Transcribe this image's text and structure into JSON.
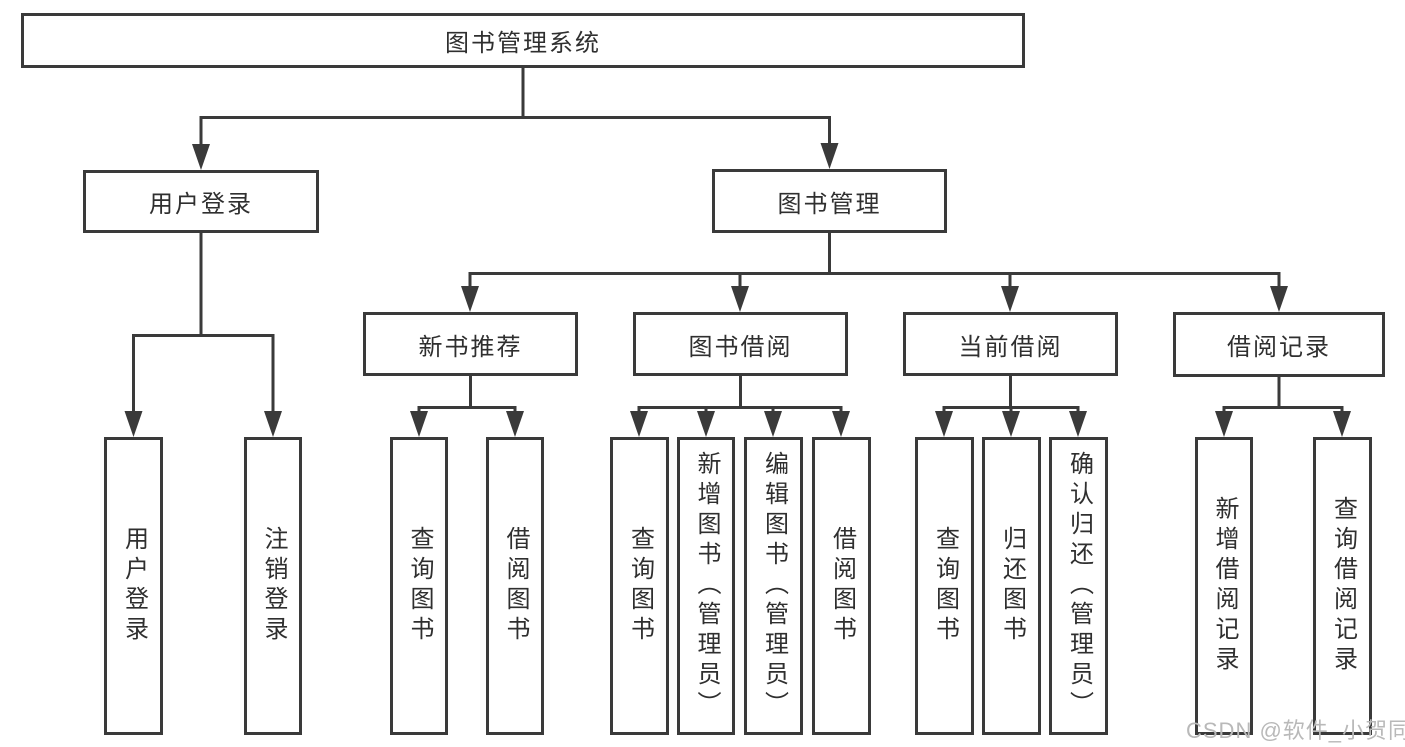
{
  "theme": {
    "line": "#3a3a3a",
    "text": "#2f2f2f",
    "watermark": "#b9b9b9",
    "bg": "#ffffff"
  },
  "tree": {
    "root": {
      "label": "图书管理系统"
    },
    "level2": [
      {
        "label": "用户登录"
      },
      {
        "label": "图书管理"
      }
    ],
    "level3": [
      {
        "label": "新书推荐"
      },
      {
        "label": "图书借阅"
      },
      {
        "label": "当前借阅"
      },
      {
        "label": "借阅记录"
      }
    ],
    "leaves": {
      "user_login": [
        {
          "label": "用户登录"
        },
        {
          "label": "注销登录"
        }
      ],
      "new_book": [
        {
          "label": "查询图书"
        },
        {
          "label": "借阅图书"
        }
      ],
      "borrow": [
        {
          "label": "查询图书"
        },
        {
          "label": "新增图书（管理员）"
        },
        {
          "label": "编辑图书（管理员）"
        },
        {
          "label": "借阅图书"
        }
      ],
      "current": [
        {
          "label": "查询图书"
        },
        {
          "label": "归还图书"
        },
        {
          "label": "确认归还（管理员）"
        }
      ],
      "record": [
        {
          "label": "新增借阅记录"
        },
        {
          "label": "查询借阅记录"
        }
      ]
    }
  },
  "watermark": {
    "text": "CSDN @软件_小贺同学"
  }
}
